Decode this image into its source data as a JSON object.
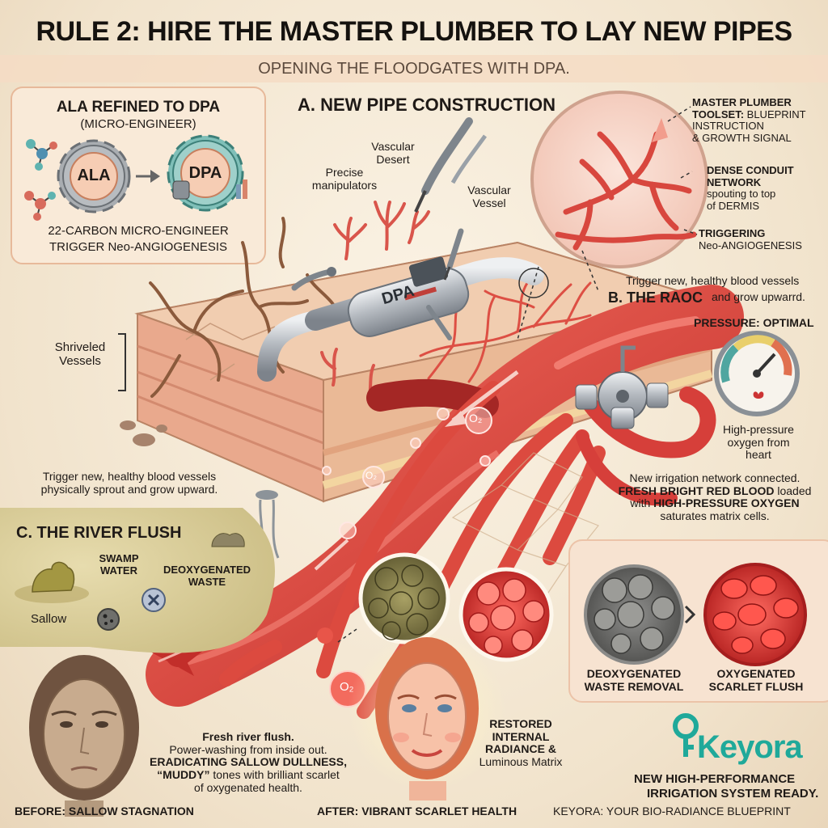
{
  "header": {
    "title": "RULE 2: HIRE THE MASTER PLUMBER TO LAY NEW PIPES",
    "subtitle": "OPENING THE FLOODGATES WITH DPA."
  },
  "ala_panel": {
    "title": "ALA REFINED TO DPA",
    "subtitle": "(MICRO-ENGINEER)",
    "gear_left": "ALA",
    "gear_right": "DPA",
    "caption_1": "22-CARBON MICRO-ENGINEER",
    "caption_2": "TRIGGER Neo-ANGIOGENESIS"
  },
  "section_a": {
    "heading": "A. NEW PIPE CONSTRUCTION",
    "label_manipulators_1": "Precise",
    "label_manipulators_2": "manipulators",
    "label_desert_1": "Vascular",
    "label_desert_2": "Desert",
    "label_vessel_1": "Vascular",
    "label_vessel_2": "Vessel",
    "label_shriveled_1": "Shriveled",
    "label_shriveled_2": "Vessels",
    "pipe_label": "DPA",
    "caption_1": "Trigger new, healthy blood vessels",
    "caption_2": "physically sprout and grow upward."
  },
  "zoom": {
    "label_1_bold": "MASTER PLUMBER",
    "label_1_line2_bold": "TOOLSET:",
    "label_1_line2_rest": " BLUEPRINT",
    "label_1_line3": "INSTRUCTION",
    "label_1_line4": "& GROWTH SIGNAL",
    "label_2_bold_1": "DENSE CONDUIT",
    "label_2_bold_2": "NETWORK",
    "label_2_rest_1": "spouting to top",
    "label_2_rest_2": "of DERMIS",
    "label_3_bold": "TRIGGERING",
    "label_3_rest": "Neo-ANGIOGENESIS"
  },
  "section_b": {
    "intro_1": "Trigger new, healthy blood vessels",
    "heading": "B. THE RAOC",
    "intro_2": "and grow upwarrd.",
    "pressure_label": "PRESSURE: OPTIMAL",
    "gauge_caption_1": "High-pressure",
    "gauge_caption_2": "oxygen from",
    "gauge_caption_3": "heart",
    "network_1": "New irrigation network connected.",
    "network_2_bold": "FRESH BRIGHT RED BLOOD",
    "network_2_rest": " loaded",
    "network_3_pre": "with ",
    "network_3_bold": "HIGH-PRESSURE OXYGEN",
    "network_4": "saturates matrix cells.",
    "o2_symbol": "O₂"
  },
  "section_c": {
    "heading": "C. THE RIVER FLUSH",
    "swamp_1": "SWAMP",
    "swamp_2": "WATER",
    "deox_1": "DEOXYGENATED",
    "deox_2": "WASTE",
    "sallow": "Sallow"
  },
  "bottom": {
    "flush_1": "Fresh river flush.",
    "flush_2": "Power-washing from inside out.",
    "flush_3": "ERADICATING SALLOW DULLNESS,",
    "flush_4_bold": "“MUDDY”",
    "flush_4_rest": " tones with brilliant scarlet",
    "flush_5": "of oxygenated health.",
    "restored_1": "RESTORED",
    "restored_2": "INTERNAL",
    "restored_3": "RADIANCE &",
    "restored_4": "Luminous Matrix",
    "before_caption": "BEFORE: SALLOW STAGNATION",
    "after_caption": "AFTER: VIBRANT SCARLET HEALTH",
    "cell_left_1": "DEOXYGENATED",
    "cell_left_2": "WASTE REMOVAL",
    "cell_right_1": "OXYGENATED",
    "cell_right_2": "SCARLET FLUSH",
    "arrow_glyph": ">",
    "brand": "Keyora",
    "tagline_1": "NEW HIGH-PERFORMANCE",
    "tagline_2": "IRRIGATION SYSTEM READY.",
    "tagline_3": "KEYORA: YOUR BIO-RADIANCE BLUEPRINT"
  },
  "colors": {
    "background": "#f3e7d3",
    "blood_red": "#d9423c",
    "vessel_red": "#e0584b",
    "skin": "#e9b893",
    "pipe_metal": "#b7bcc2",
    "brand_teal": "#1fa99a",
    "sallow": "#9d8c52"
  },
  "icons": [
    "gear-icon",
    "molecule-icon",
    "pressure-gauge-icon",
    "manifold-icon",
    "x-icon",
    "oxygen-bubble-icon",
    "keyora-logo-icon"
  ]
}
